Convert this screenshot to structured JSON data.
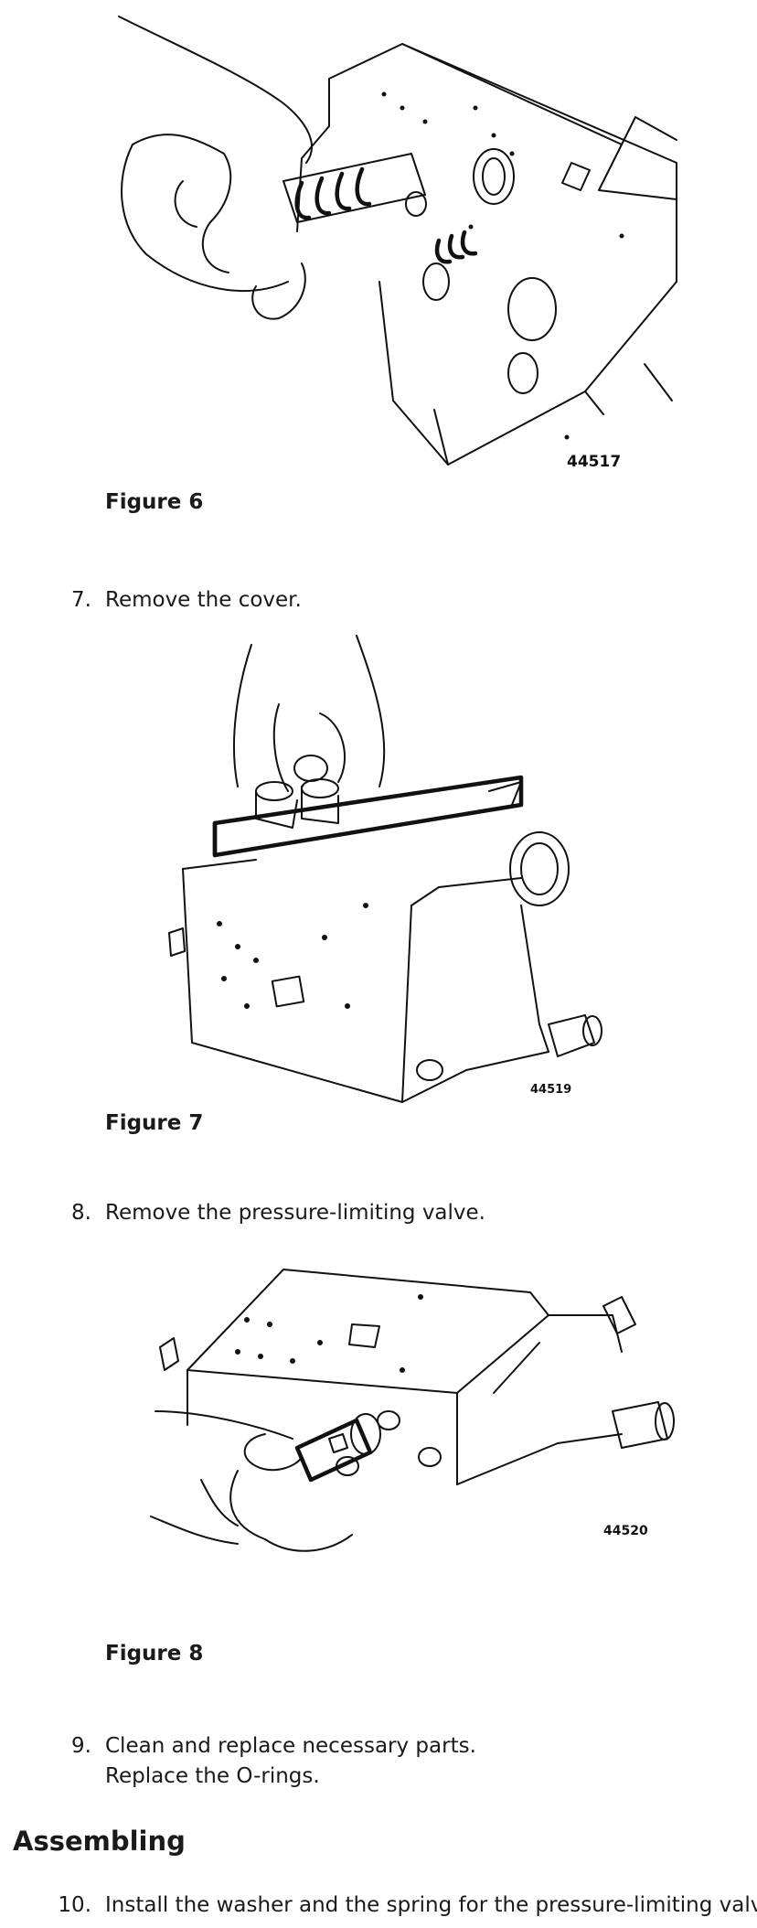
{
  "figures": [
    {
      "number_label": "44517",
      "caption": "Figure 6"
    },
    {
      "number_label": "44519",
      "caption": "Figure 7"
    },
    {
      "number_label": "44520",
      "caption": "Figure 8"
    }
  ],
  "steps": [
    {
      "number": "7.",
      "lines": [
        "Remove the cover."
      ]
    },
    {
      "number": "8.",
      "lines": [
        "Remove the pressure-limiting valve."
      ]
    },
    {
      "number": "9.",
      "lines": [
        "Clean and replace necessary parts.",
        "Replace the O-rings."
      ]
    },
    {
      "number": "10.",
      "lines": [
        "Install the washer and the spring for the pressure-limiting valve."
      ]
    }
  ],
  "sections": {
    "assembling_heading": "Assembling"
  }
}
